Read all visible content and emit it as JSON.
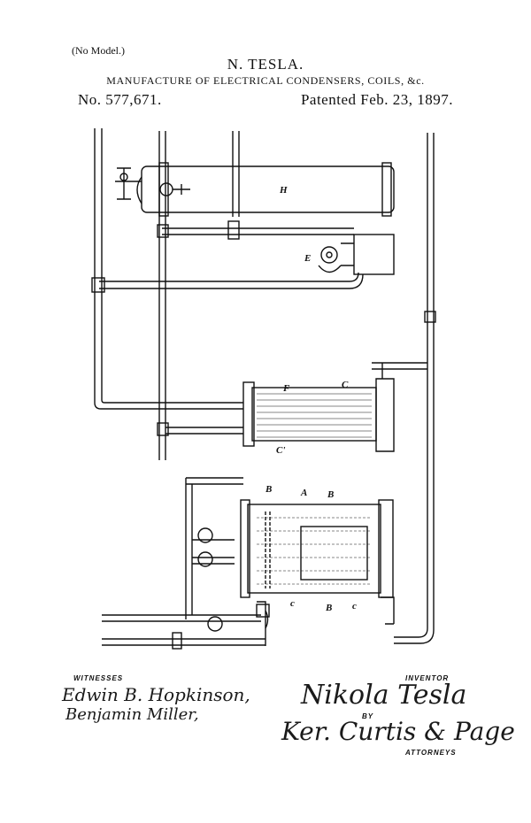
{
  "header": {
    "model_note": "(No Model.)",
    "inventor": "N. TESLA.",
    "subject": "MANUFACTURE OF ELECTRICAL CONDENSERS, COILS, &c.",
    "patent_number": "No. 577,671.",
    "patent_date": "Patented Feb. 23, 1897."
  },
  "drawing": {
    "labels": {
      "H": "H",
      "E": "E",
      "F": "F",
      "C_top": "C",
      "C_left": "C'",
      "A": "A",
      "B1": "B",
      "B2": "B",
      "B3": "B",
      "c1": "c",
      "c2": "c"
    }
  },
  "footer": {
    "witnesses_label": "WITNESSES",
    "witness_1": "Edwin B. Hopkinson,",
    "witness_2": "Benjamin Miller,",
    "inventor_label": "INVENTOR",
    "inventor_signature": "Nikola Tesla",
    "by_label": "BY",
    "attorney_signature": "Ker. Curtis & Page",
    "attorneys_label": "ATTORNEYS"
  }
}
